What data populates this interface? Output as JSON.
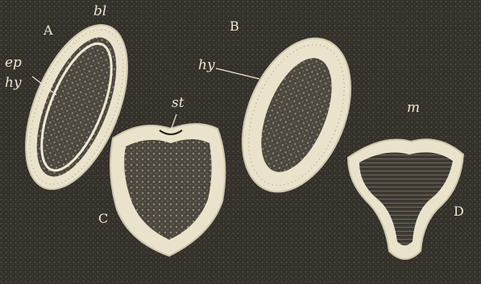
{
  "figures": [
    {
      "id": "A",
      "label": "A"
    },
    {
      "id": "B",
      "label": "B"
    },
    {
      "id": "C",
      "label": "C"
    },
    {
      "id": "D",
      "label": "D"
    }
  ],
  "annotations": {
    "bl": "bl",
    "ep": "ep",
    "hy_a": "hy",
    "hy_b": "hy",
    "st": "st",
    "m": "m"
  },
  "colors": {
    "background": "#34302a",
    "wall": "#e9e3cc",
    "interior": "#4a463c",
    "ink": "#1e1b16"
  }
}
